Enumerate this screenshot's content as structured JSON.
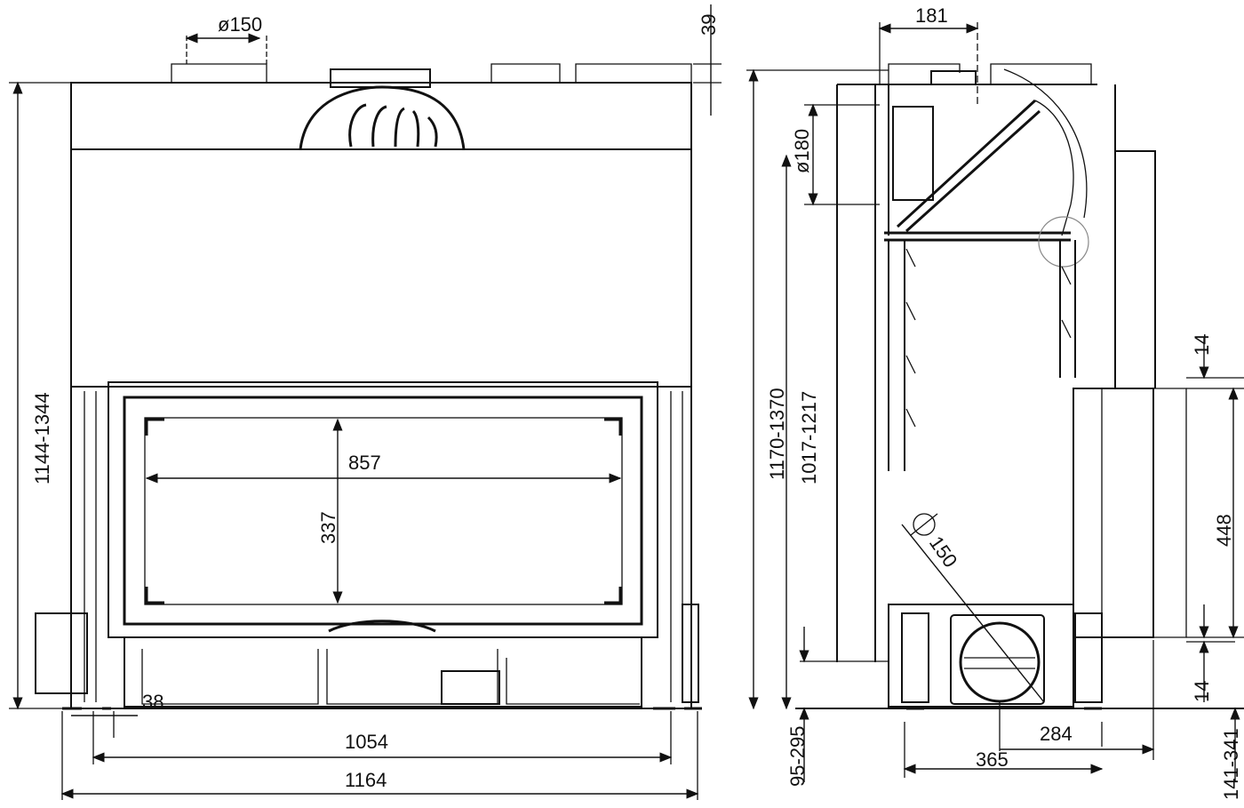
{
  "front_view": {
    "flue_diameter": "ø150",
    "top_offset": "39",
    "total_height": "1144-1344",
    "glass_width": "857",
    "glass_height": "337",
    "foot_offset": "38",
    "inner_width": "1054",
    "total_width": "1164"
  },
  "side_view": {
    "flue_offset": "181",
    "flue_diameter": "ø180",
    "total_height": "1170-1370",
    "inner_height": "1017-1217",
    "air_inlet_diameter": "150",
    "top_gap": "14",
    "side_panel_height": "448",
    "bottom_gap": "14",
    "air_inlet_offset": "284",
    "depth": "365",
    "base_height_left": "95-295",
    "base_height_right": "141-341"
  }
}
